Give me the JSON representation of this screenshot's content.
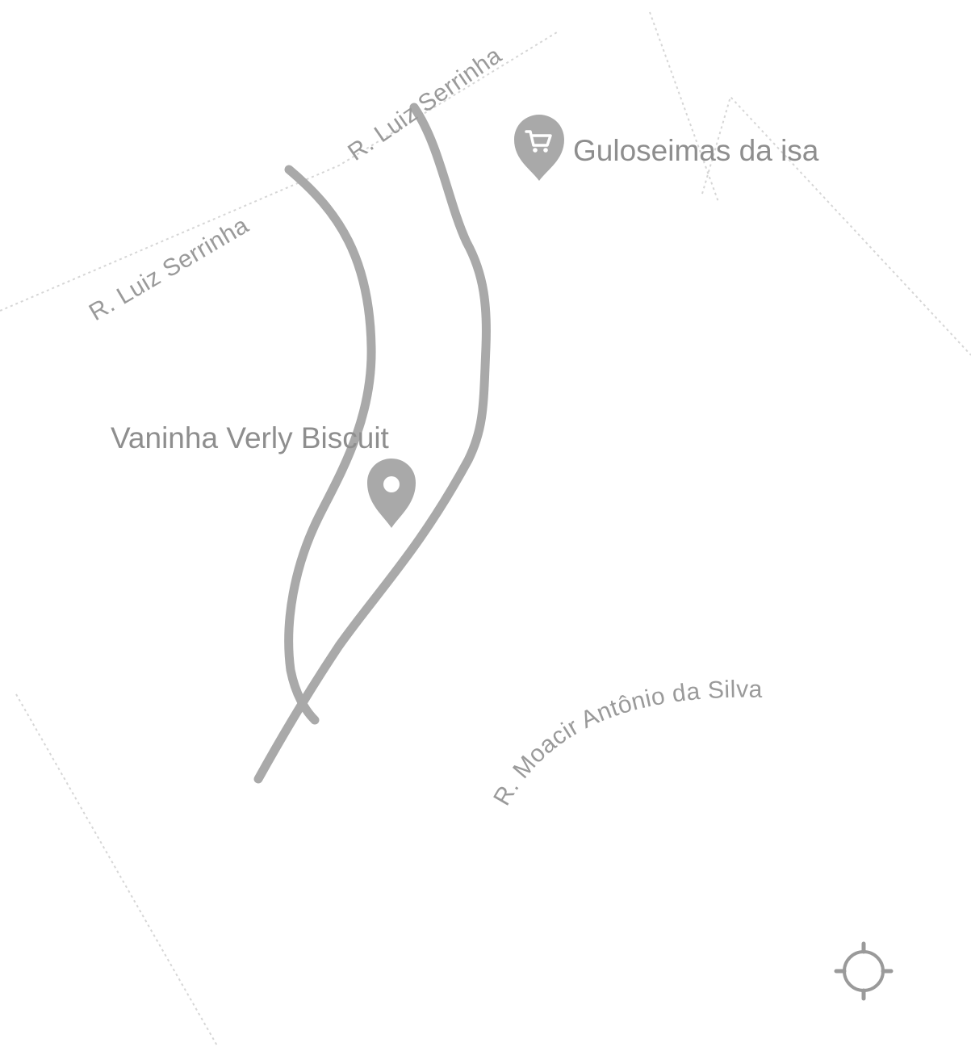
{
  "map": {
    "streets": [
      {
        "name": "R. Luiz Serrinha"
      },
      {
        "name": "R. Luiz Serrinha"
      },
      {
        "name": "R. Moacir Antônio da Silva"
      }
    ],
    "places": [
      {
        "name": "Guloseimas da isa",
        "icon": "shopping-cart-pin-icon"
      },
      {
        "name": "Vaninha Verly Biscuit",
        "icon": "map-pin-icon"
      }
    ],
    "controls": {
      "my_location": {
        "icon": "my-location-icon"
      }
    },
    "colors": {
      "label": "#9a9a9a",
      "pin": "#a9a9a9",
      "drawn_stroke": "#a9a9a9"
    }
  }
}
